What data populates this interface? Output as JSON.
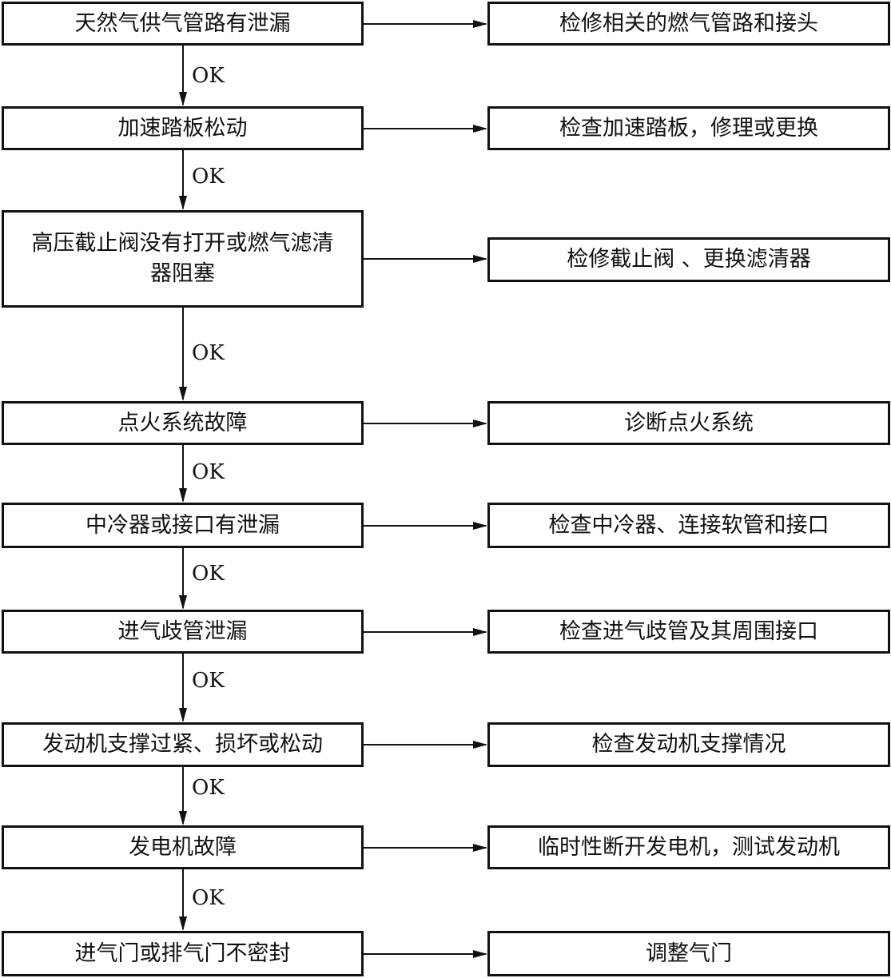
{
  "steps": [
    {
      "fault": "天然气供气管路有泄漏",
      "action": "检修相关的燃气管路和接头",
      "ok": "OK"
    },
    {
      "fault": "加速踏板松动",
      "action": "检查加速踏板，修理或更换",
      "ok": "OK"
    },
    {
      "fault": "高压截止阀没有打开或燃气滤清器阻塞",
      "action": "检修截止阀 、更换滤清器",
      "ok": "OK"
    },
    {
      "fault": "点火系统故障",
      "action": "诊断点火系统",
      "ok": "OK"
    },
    {
      "fault": "中冷器或接口有泄漏",
      "action": "检查中冷器、连接软管和接口",
      "ok": "OK"
    },
    {
      "fault": "进气歧管泄漏",
      "action": "检查进气歧管及其周围接口",
      "ok": "OK"
    },
    {
      "fault": "发动机支撑过紧、损坏或松动",
      "action": "检查发动机支撑情况",
      "ok": "OK"
    },
    {
      "fault": "发电机故障",
      "action": "临时性断开发电机，测试发动机",
      "ok": "OK"
    },
    {
      "fault": "进气门或排气门不密封",
      "action": "调整气门"
    }
  ]
}
